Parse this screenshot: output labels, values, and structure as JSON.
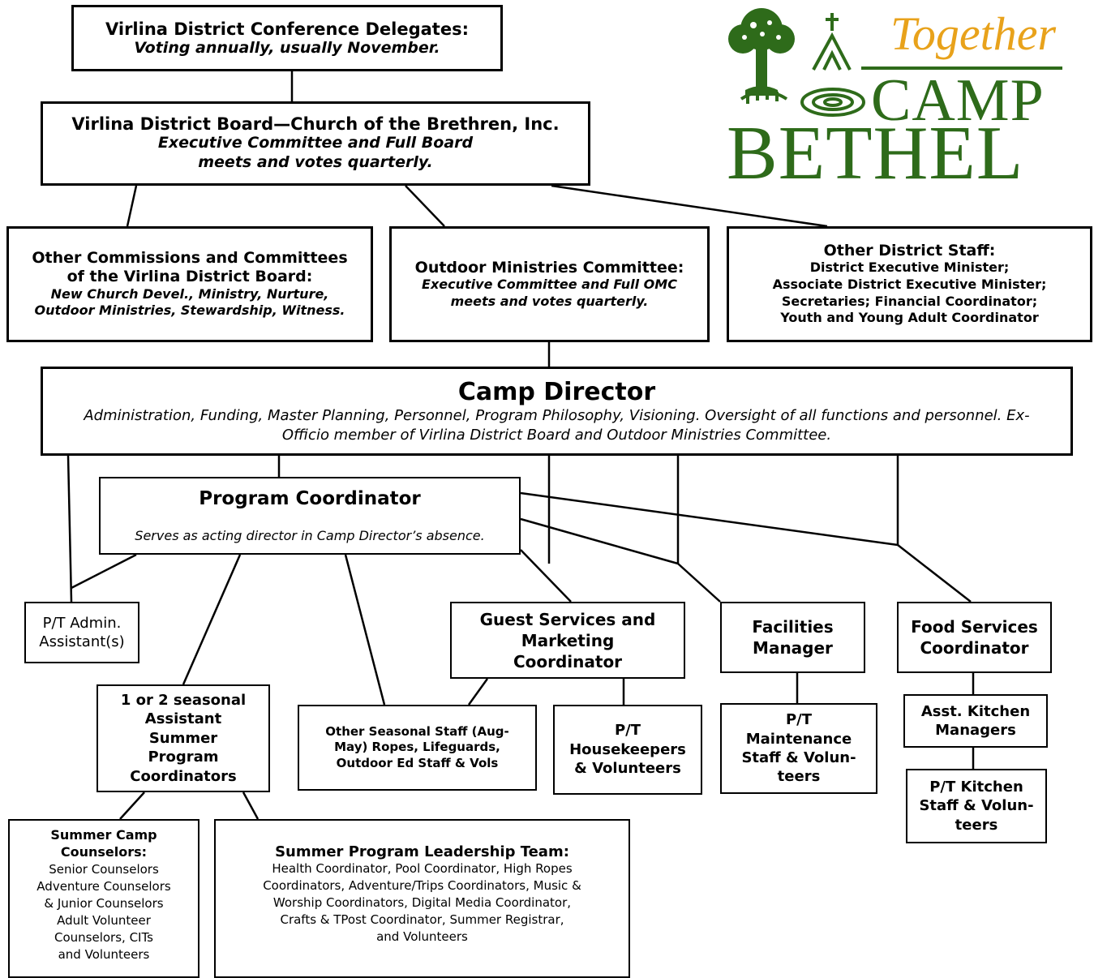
{
  "logo": {
    "together": "Together",
    "camp": "CAMP",
    "bethel": "BETHEL",
    "colors": {
      "green": "#2e6b1a",
      "gold": "#e8a21b"
    }
  },
  "delegates": {
    "title": "Virlina District Conference Delegates:",
    "subtitle": "Voting annually, usually November."
  },
  "board": {
    "title": "Virlina District Board—Church of the Brethren, Inc.",
    "subtitle": "Executive Committee and Full Board\nmeets and votes quarterly."
  },
  "commissions": {
    "title": "Other Commissions and Committees\nof the Virlina District Board:",
    "subtitle": "New Church Devel., Ministry, Nurture,\nOutdoor Ministries, Stewardship, Witness."
  },
  "omc": {
    "title": "Outdoor Ministries Committee:",
    "subtitle": "Executive Committee and Full OMC\nmeets and votes quarterly."
  },
  "district_staff": {
    "title": "Other District Staff:",
    "body": "District Executive Minister;\nAssociate District Executive Minister;\nSecretaries; Financial Coordinator;\nYouth and Young Adult Coordinator"
  },
  "director": {
    "title": "Camp Director",
    "body": "Administration, Funding, Master Planning, Personnel, Program Philosophy, Visioning. Oversight of all functions and personnel. Ex-Officio member of Virlina District Board and Outdoor Ministries Committee."
  },
  "program_coordinator": {
    "title": "Program Coordinator",
    "body": "Serves as acting director in Camp Director’s absence."
  },
  "admin_assistant": {
    "label": "P/T Admin.\nAssistant(s)"
  },
  "guest_services": {
    "label": "Guest Services and\nMarketing\nCoordinator"
  },
  "facilities": {
    "label": "Facilities\nManager"
  },
  "food_services": {
    "label": "Food Services\nCoordinator"
  },
  "seasonal_assistant": {
    "label": "1 or 2 seasonal\nAssistant\nSummer\nProgram\nCoordinators"
  },
  "other_seasonal": {
    "label": "Other Seasonal Staff (Aug-\nMay) Ropes, Lifeguards,\nOutdoor Ed Staff & Vols"
  },
  "housekeepers": {
    "label": "P/T\nHousekeepers\n& Volunteers"
  },
  "maintenance": {
    "label": "P/T\nMaintenance\nStaff & Volun-\nteers"
  },
  "asst_kitchen": {
    "label": "Asst. Kitchen\nManagers"
  },
  "kitchen_staff": {
    "label": "P/T Kitchen\nStaff & Volun-\nteers"
  },
  "counselors": {
    "title": "Summer Camp\nCounselors:",
    "body": "Senior Counselors\nAdventure Counselors\n& Junior Counselors\nAdult Volunteer\nCounselors, CITs\nand Volunteers"
  },
  "leadership_team": {
    "title": "Summer Program Leadership Team:",
    "body": "Health Coordinator, Pool Coordinator, High Ropes\nCoordinators, Adventure/Trips Coordinators, Music &\nWorship Coordinators, Digital Media Coordinator,\nCrafts & TPost Coordinator, Summer Registrar,\nand Volunteers"
  }
}
